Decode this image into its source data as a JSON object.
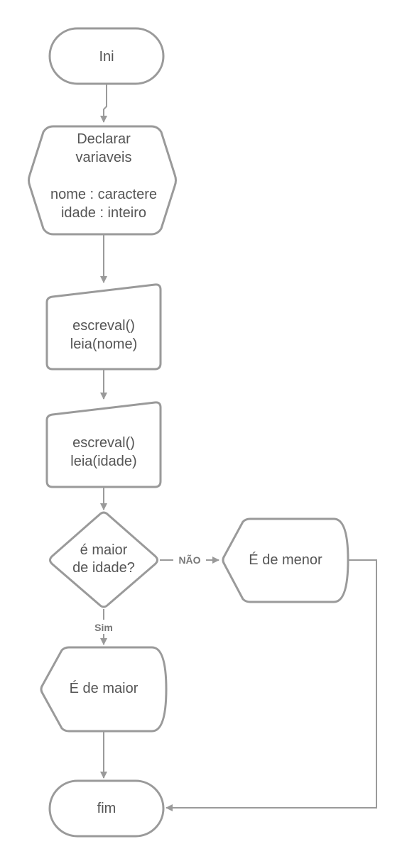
{
  "nodes": {
    "start": {
      "label": "Ini"
    },
    "declare": {
      "lines": [
        "Declarar",
        "variaveis",
        "",
        "nome : caractere",
        "idade : inteiro"
      ]
    },
    "input_nome": {
      "lines": [
        "escreval()",
        "leia(nome)"
      ]
    },
    "input_idade": {
      "lines": [
        "escreval()",
        "leia(idade)"
      ]
    },
    "decision": {
      "lines": [
        "é maior",
        "de idade?"
      ]
    },
    "output_menor": {
      "label": "É de menor"
    },
    "output_maior": {
      "label": "É de maior"
    },
    "end": {
      "label": "fim"
    }
  },
  "edges": {
    "no_label": "NÃO",
    "yes_label": "Sim"
  },
  "colors": {
    "stroke": "#9a9a9a",
    "text": "#555555",
    "edge_label": "#777777",
    "background": "#ffffff"
  }
}
